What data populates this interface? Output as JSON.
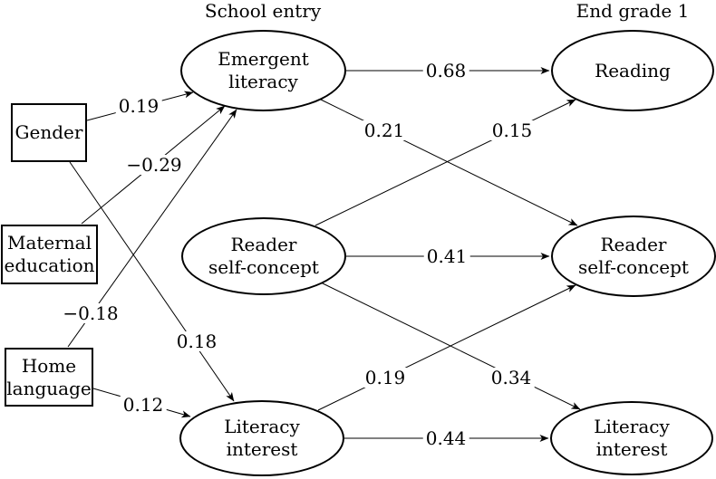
{
  "figure": {
    "column_headers": [
      {
        "id": "school-entry",
        "label": "School entry"
      },
      {
        "id": "end-grade-1",
        "label": "End grade 1"
      }
    ],
    "nodes": [
      {
        "id": "gender",
        "shape": "rect",
        "role": "observed-predictor",
        "label": "Gender"
      },
      {
        "id": "maternal-education",
        "shape": "rect",
        "role": "observed-predictor",
        "label": "Maternal\neducation"
      },
      {
        "id": "home-language",
        "shape": "rect",
        "role": "observed-predictor",
        "label": "Home\nlanguage"
      },
      {
        "id": "emergent-literacy",
        "shape": "ellipse",
        "column": "School entry",
        "label": "Emergent\nliteracy"
      },
      {
        "id": "reader-self-concept-entry",
        "shape": "ellipse",
        "column": "School entry",
        "label": "Reader\nself-concept"
      },
      {
        "id": "literacy-interest-entry",
        "shape": "ellipse",
        "column": "School entry",
        "label": "Literacy\ninterest"
      },
      {
        "id": "reading",
        "shape": "ellipse",
        "column": "End grade 1",
        "label": "Reading"
      },
      {
        "id": "reader-self-concept-end",
        "shape": "ellipse",
        "column": "End grade 1",
        "label": "Reader\nself-concept"
      },
      {
        "id": "literacy-interest-end",
        "shape": "ellipse",
        "column": "End grade 1",
        "label": "Literacy\ninterest"
      }
    ],
    "edges": [
      {
        "from": "gender",
        "to": "emergent-literacy",
        "value": "0.19"
      },
      {
        "from": "maternal-education",
        "to": "emergent-literacy",
        "value": "−0.29"
      },
      {
        "from": "home-language",
        "to": "emergent-literacy",
        "value": "−0.18"
      },
      {
        "from": "gender",
        "to": "literacy-interest-entry",
        "value": "0.18"
      },
      {
        "from": "home-language",
        "to": "literacy-interest-entry",
        "value": "0.12"
      },
      {
        "from": "emergent-literacy",
        "to": "reading",
        "value": "0.68"
      },
      {
        "from": "emergent-literacy",
        "to": "reader-self-concept-end",
        "value": "0.21"
      },
      {
        "from": "reader-self-concept-entry",
        "to": "reading",
        "value": "0.15"
      },
      {
        "from": "reader-self-concept-entry",
        "to": "reader-self-concept-end",
        "value": "0.41"
      },
      {
        "from": "reader-self-concept-entry",
        "to": "literacy-interest-end",
        "value": "0.34"
      },
      {
        "from": "literacy-interest-entry",
        "to": "reader-self-concept-end",
        "value": "0.19"
      },
      {
        "from": "literacy-interest-entry",
        "to": "literacy-interest-end",
        "value": "0.44"
      }
    ]
  }
}
